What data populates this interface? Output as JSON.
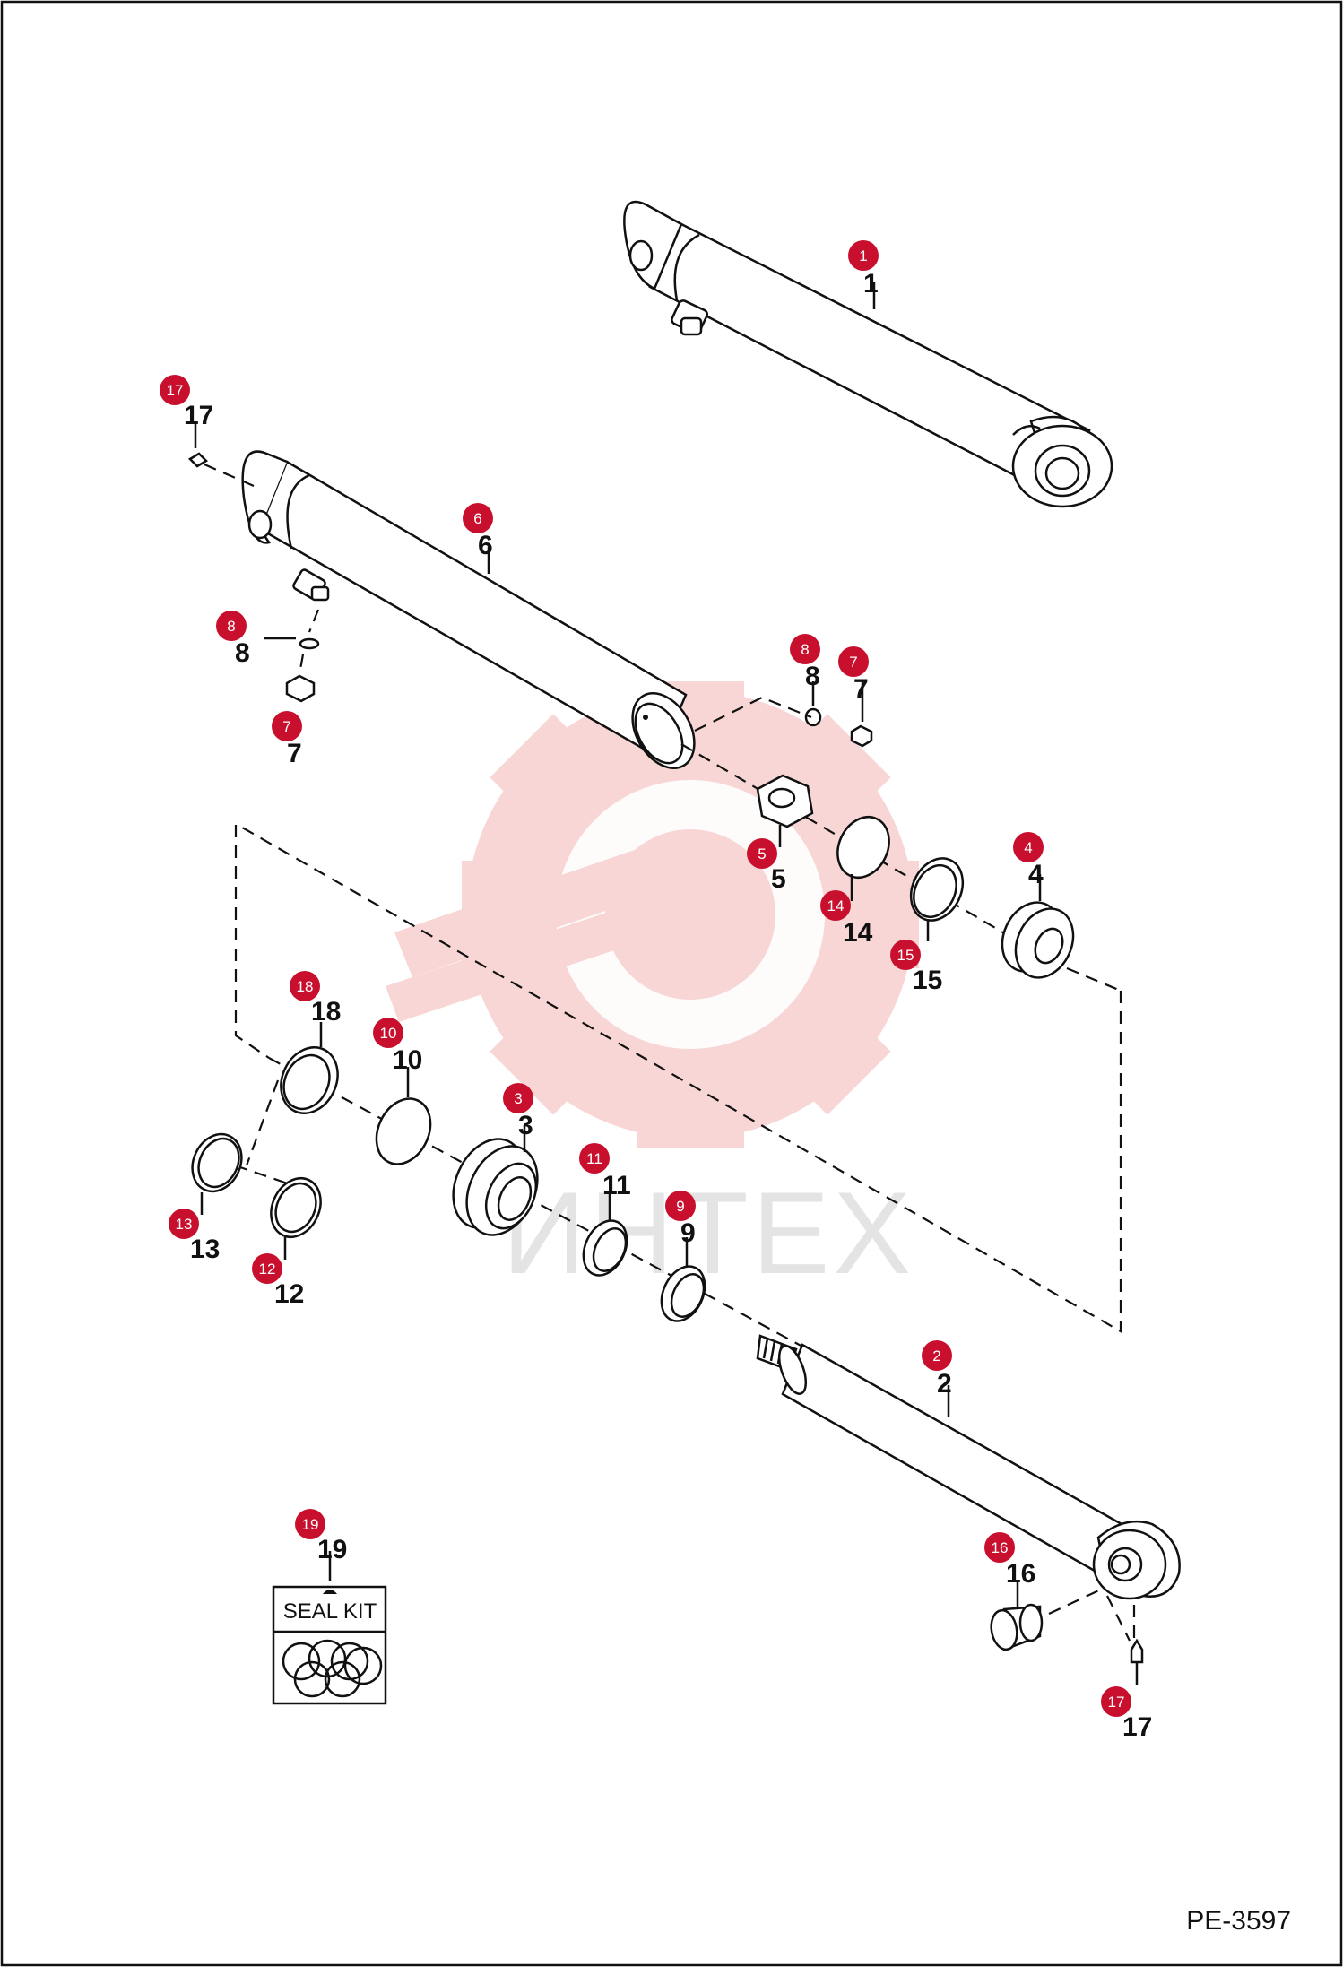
{
  "drawing_number": "PE-3597",
  "seal_kit_label": "SEAL KIT",
  "watermark_text": "ИНТЕХ",
  "colors": {
    "badge": "#c8102e",
    "watermark": "#f6c9c9",
    "line": "#111111"
  },
  "callouts": [
    {
      "id": "1",
      "number": "1"
    },
    {
      "id": "2",
      "number": "2"
    },
    {
      "id": "3",
      "number": "3"
    },
    {
      "id": "4",
      "number": "4"
    },
    {
      "id": "5",
      "number": "5"
    },
    {
      "id": "6",
      "number": "6"
    },
    {
      "id": "7a",
      "number": "7"
    },
    {
      "id": "7b",
      "number": "7"
    },
    {
      "id": "8a",
      "number": "8"
    },
    {
      "id": "8b",
      "number": "8"
    },
    {
      "id": "9",
      "number": "9"
    },
    {
      "id": "10",
      "number": "10"
    },
    {
      "id": "11",
      "number": "11"
    },
    {
      "id": "12",
      "number": "12"
    },
    {
      "id": "13",
      "number": "13"
    },
    {
      "id": "14",
      "number": "14"
    },
    {
      "id": "15",
      "number": "15"
    },
    {
      "id": "16",
      "number": "16"
    },
    {
      "id": "17a",
      "number": "17"
    },
    {
      "id": "17b",
      "number": "17"
    },
    {
      "id": "18",
      "number": "18"
    },
    {
      "id": "19",
      "number": "19"
    }
  ]
}
